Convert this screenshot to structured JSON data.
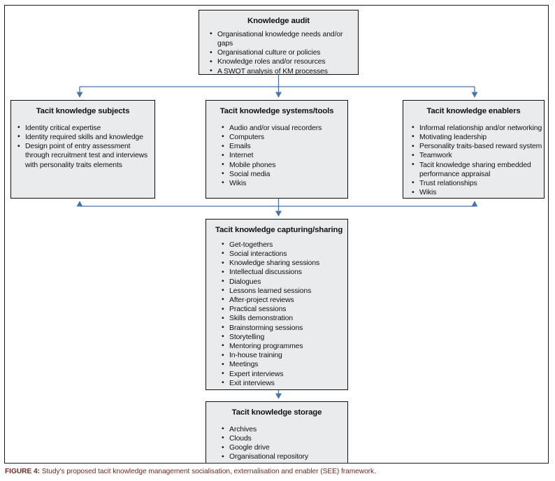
{
  "figure": {
    "caption_label": "FIGURE 4:",
    "caption_text": "Study's proposed tacit knowledge management socialisation, externalisation and enabler (SEE) framework.",
    "frame_border_color": "#1b1b1b",
    "box_fill_color": "#e9ebed",
    "box_border_color": "#0d0d0d",
    "connector_color": "#4a72ab",
    "caption_color": "#6b2a22"
  },
  "nodes": {
    "audit": {
      "title": "Knowledge audit",
      "items": [
        "Organisational knowledge needs and/or gaps",
        "Organisational culture or policies",
        "Knowledge roles and/or resources",
        "A SWOT analysis of KM processes"
      ]
    },
    "subjects": {
      "title": "Tacit knowledge subjects",
      "items": [
        "Identity critical expertise",
        "Identity required skills and knowledge",
        "Design point of entry assessment through recruitment test and interviews with personality traits elements"
      ]
    },
    "systems": {
      "title": "Tacit knowledge systems/tools",
      "items": [
        "Audio and/or visual recorders",
        "Computers",
        "Emails",
        "Internet",
        "Mobile phones",
        "Social media",
        "Wikis"
      ]
    },
    "enablers": {
      "title": "Tacit knowledge enablers",
      "items": [
        "Informal relationship and/or networking",
        "Motivating leadership",
        "Personality traits-based reward system",
        "Teamwork",
        "Tacit knowledge sharing embedded performance appraisal",
        "Trust relationships",
        "Wikis"
      ]
    },
    "capturing": {
      "title": "Tacit knowledge capturing/sharing",
      "items": [
        "Get-togethers",
        "Social interactions",
        "Knowledge sharing sessions",
        "Intellectual discussions",
        "Dialogues",
        "Lessons learned sessions",
        "After-project reviews",
        "Practical sessions",
        "Skills demonstration",
        "Brainstorming sessions",
        "Storytelling",
        "Mentoring programmes",
        "In-house training",
        "Meetings",
        "Expert interviews",
        "Exit interviews"
      ]
    },
    "storage": {
      "title": "Tacit knowledge storage",
      "items": [
        "Archives",
        "Clouds",
        "Google drive",
        "Organisational repository"
      ]
    }
  }
}
